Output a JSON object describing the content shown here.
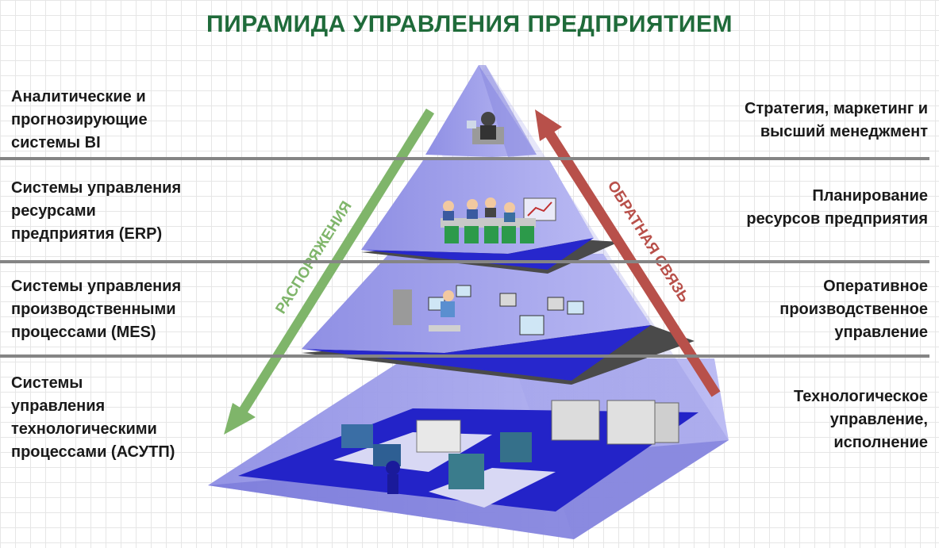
{
  "title": "ПИРАМИДА УПРАВЛЕНИЯ ПРЕДПРИЯТИЕМ",
  "levels": [
    {
      "system": "Аналитические и\nпрогнозирующие\nсистемы BI",
      "function": "Стратегия, маркетинг и\nвысший менеджмент"
    },
    {
      "system": "Системы управления\nресурсами\nпредприятия (ERP)",
      "function": "Планирование\nресурсов предприятия"
    },
    {
      "system": "Системы управления\nпроизводственными\nпроцессами (MES)",
      "function": "Оперативное\nпроизводственное\nуправление"
    },
    {
      "system": "Системы\nуправления\nтехнологическими\nпроцессами (АСУТП)",
      "function": "Технологическое\nуправление,\nисполнение"
    }
  ],
  "arrows": {
    "down_label": "РАСПОРЯЖЕНИЯ",
    "up_label": "ОБРАТНАЯ СВЯЗЬ"
  },
  "colors": {
    "title": "#1f6b3a",
    "down_arrow": "#7fb56a",
    "up_arrow": "#b8504a",
    "pyramid_face": "#a9a9ee",
    "floor": "#2323c8",
    "slab": "#4a4a4a",
    "separator": "#858585"
  }
}
